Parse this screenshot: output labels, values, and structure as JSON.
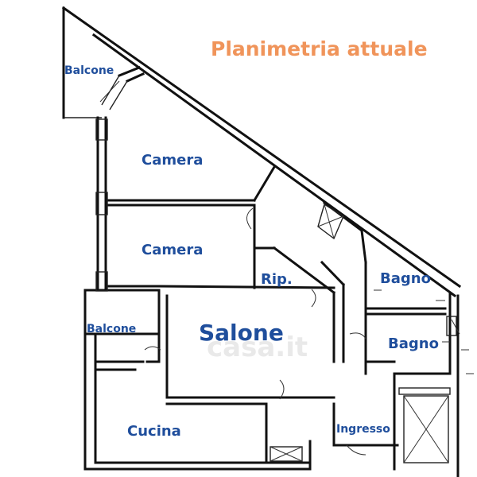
{
  "title": "Planimetria attuale",
  "watermark": "casa.it",
  "rooms": {
    "balcone_top": "Balcone",
    "camera_1": "Camera",
    "camera_2": "Camera",
    "rip": "Rip.",
    "bagno_1": "Bagno",
    "bagno_2": "Bagno",
    "balcone_left": "Balcone",
    "salone": "Salone",
    "cucina": "Cucina",
    "ingresso": "Ingresso"
  },
  "colors": {
    "title": "#f0945a",
    "room_labels": "#1f4e9c",
    "walls": "#111111"
  }
}
